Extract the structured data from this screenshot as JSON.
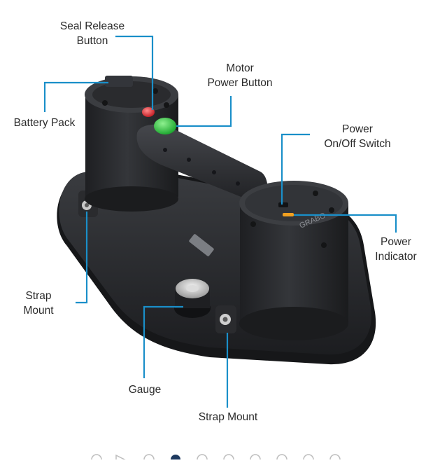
{
  "callouts": {
    "seal_release": [
      "Seal Release",
      "Button"
    ],
    "motor_power": [
      "Motor",
      "Power Button"
    ],
    "battery_pack": [
      "Battery Pack"
    ],
    "power_switch": [
      "Power",
      "On/Off Switch"
    ],
    "power_indicator": [
      "Power",
      "Indicator"
    ],
    "strap_mount_left": [
      "Strap",
      "Mount"
    ],
    "gauge": [
      "Gauge"
    ],
    "strap_mount_bottom": [
      "Strap Mount"
    ]
  },
  "product": {
    "brand_marking": "GRABO",
    "badge_marking": "GRABO"
  },
  "carousel": {
    "slide_count": 9,
    "active_index": 2,
    "has_video": true
  },
  "colors": {
    "leader_line": "#1a8fc9",
    "body_dark": "#2c2e31",
    "seal_button": "#e3262e",
    "motor_button": "#2fbf3a",
    "indicator_led": "#f0a020",
    "dot_inactive": "#bdbdbd",
    "dot_active": "#1e3a5f"
  }
}
